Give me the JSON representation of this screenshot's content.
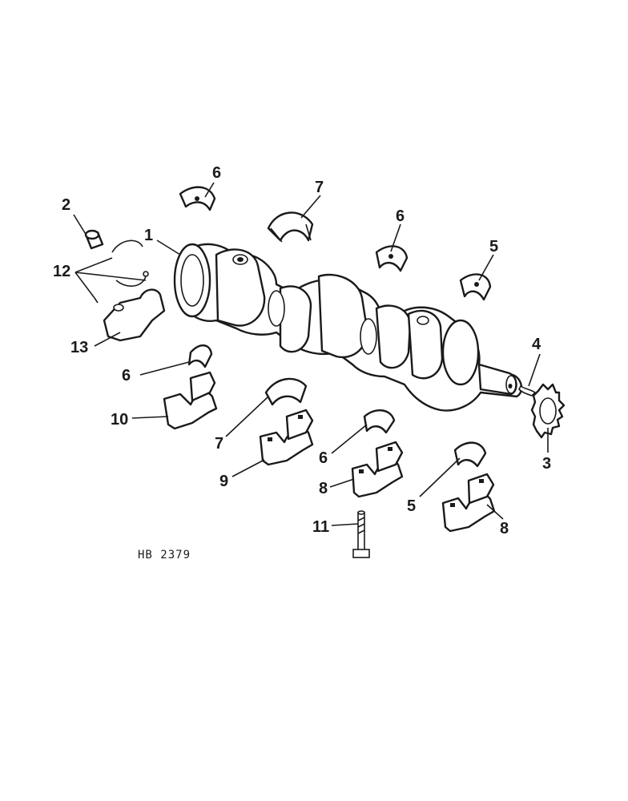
{
  "drawing_code": "HB 2379",
  "callouts": {
    "c1": "1",
    "c2": "2",
    "c3": "3",
    "c4": "4",
    "c5_top": "5",
    "c5_low": "5",
    "c6_top": "6",
    "c6_mid": "6",
    "c6_low_left": "6",
    "c6_low_mid": "6",
    "c7_top": "7",
    "c7_low": "7",
    "c8_mid": "8",
    "c8_right": "8",
    "c9": "9",
    "c10": "10",
    "c11": "11",
    "c12": "12",
    "c13": "13"
  }
}
